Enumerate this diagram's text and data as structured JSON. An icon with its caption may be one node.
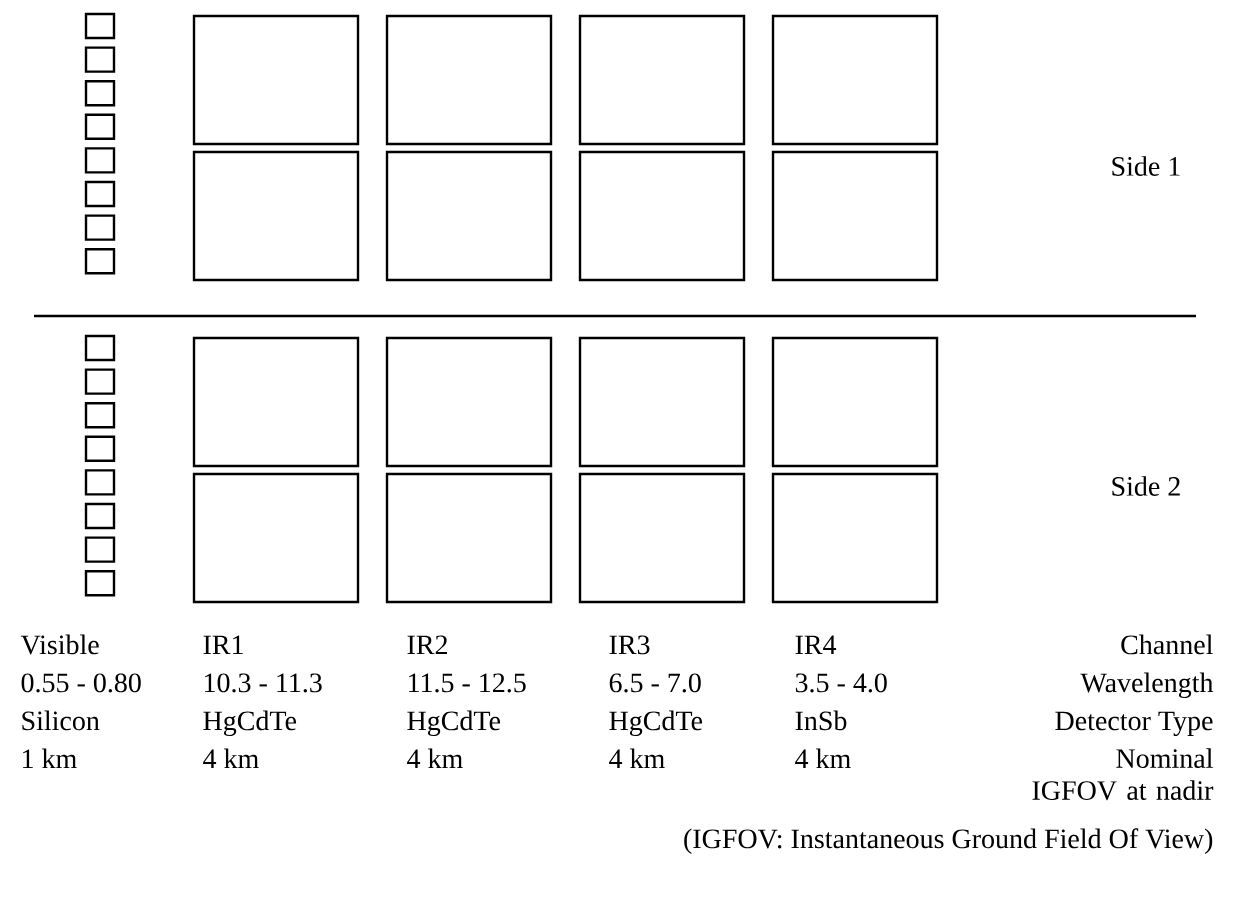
{
  "diagram": {
    "nodes": [
      {
        "text": [],
        "shape": "box"
      },
      {
        "text": [],
        "shape": "box"
      },
      {
        "text": [],
        "shape": "box"
      },
      {
        "text": [],
        "shape": "box"
      },
      {
        "text": [],
        "shape": "box"
      },
      {
        "text": [],
        "shape": "box"
      },
      {
        "text": [],
        "shape": "box"
      },
      {
        "text": [],
        "shape": "box"
      },
      {
        "text": [],
        "shape": "box"
      },
      {
        "text": [],
        "shape": "box"
      },
      {
        "text": [],
        "shape": "box"
      },
      {
        "text": [],
        "shape": "box"
      },
      {
        "text": [],
        "shape": "box"
      },
      {
        "text": [],
        "shape": "box"
      },
      {
        "text": [],
        "shape": "box"
      },
      {
        "text": [],
        "shape": "box"
      },
      {
        "text": [],
        "shape": "box"
      },
      {
        "text": [],
        "shape": "box"
      },
      {
        "text": [],
        "shape": "box"
      },
      {
        "text": [],
        "shape": "box"
      },
      {
        "text": [],
        "shape": "box"
      },
      {
        "text": [],
        "shape": "box"
      },
      {
        "text": [],
        "shape": "box"
      },
      {
        "text": [],
        "shape": "box"
      },
      {
        "text": [],
        "shape": "box"
      },
      {
        "text": [],
        "shape": "box"
      },
      {
        "text": [],
        "shape": "box"
      },
      {
        "text": [],
        "shape": "box"
      },
      {
        "text": [],
        "shape": "box"
      },
      {
        "text": [],
        "shape": "box"
      },
      {
        "text": [],
        "shape": "box"
      },
      {
        "text": [],
        "shape": "box"
      }
    ],
    "labels": [
      "Side 1",
      "Side 2",
      "Visible",
      "IR1",
      "IR2",
      "IR3",
      "IR4",
      "Channel",
      "0.55 - 0.80",
      "10.3 - 11.3",
      "11.5 - 12.5",
      "6.5 - 7.0",
      "3.5 - 4.0",
      "Wavelength",
      "Silicon",
      "HgCdTe",
      "HgCdTe",
      "HgCdTe",
      "InSb",
      "Detector Type",
      "1 km",
      "4 km",
      "4 km",
      "4 km",
      "4 km",
      "Nominal IGFOV at nadir",
      "(IGFOV: Instantaneous Ground Field Of View)"
    ]
  }
}
